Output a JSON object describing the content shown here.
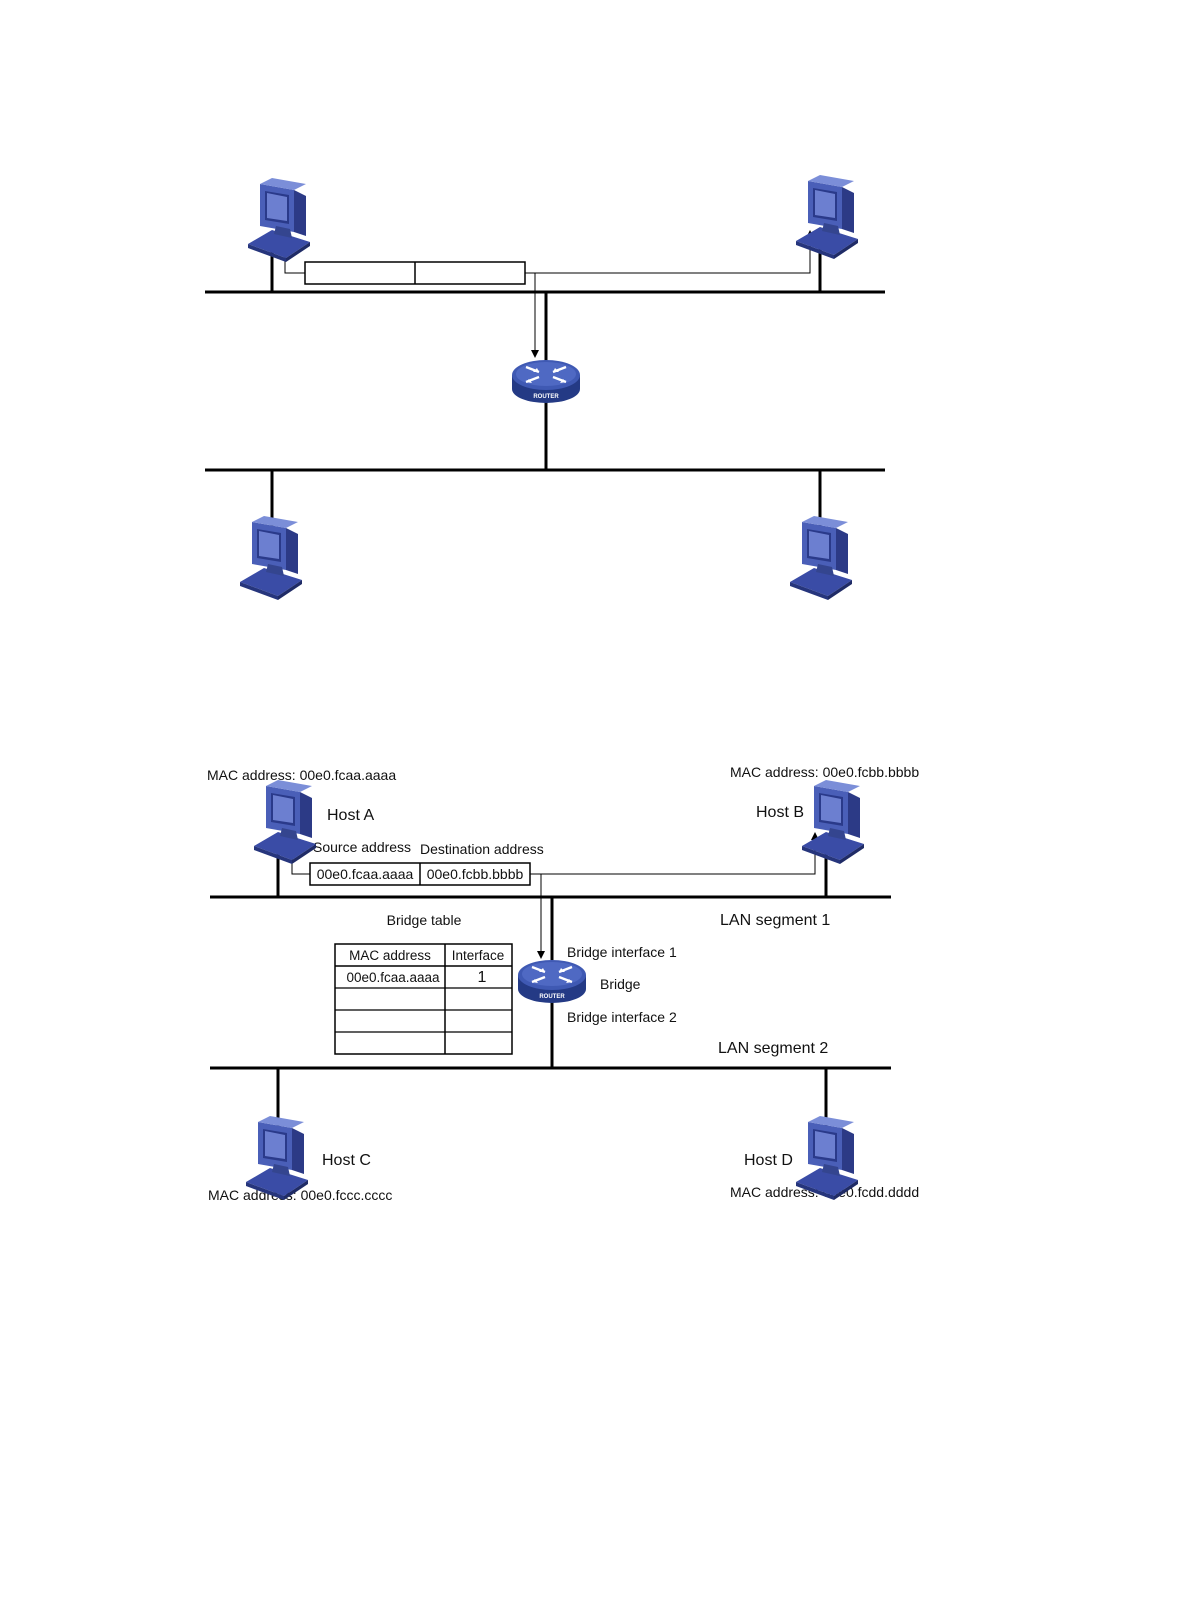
{
  "colors": {
    "host_blue": "#4a5fb8",
    "host_dark": "#2c3a86",
    "screen": "#6c7fd0",
    "router_blue": "#3f59b3",
    "router_dark": "#243a85",
    "line": "#000000"
  },
  "icons": {
    "host": "computer-icon",
    "bridge": "router-icon"
  },
  "router_label": "ROUTER",
  "hosts": {
    "a": {
      "name": "Host A",
      "mac": "MAC address: 00e0.fcaa.aaaa"
    },
    "b": {
      "name": "Host B",
      "mac": "MAC address: 00e0.fcbb.bbbb"
    },
    "c": {
      "name": "Host C",
      "mac": "MAC address: 00e0.fccc.cccc"
    },
    "d": {
      "name": "Host D",
      "mac": "MAC address: 00e0.fcdd.dddd"
    }
  },
  "frame": {
    "source_label": "Source address",
    "destination_label": "Destination address",
    "source_value": "00e0.fcaa.aaaa",
    "destination_value": "00e0.fcbb.bbbb"
  },
  "segments": {
    "one": "LAN segment 1",
    "two": "LAN segment 2"
  },
  "bridge": {
    "name": "Bridge",
    "interface1": "Bridge interface 1",
    "interface2": "Bridge interface 2"
  },
  "bridge_table": {
    "title": "Bridge table",
    "headers": [
      "MAC address",
      "Interface"
    ],
    "rows": [
      [
        "00e0.fcaa.aaaa",
        "1"
      ],
      [
        "",
        ""
      ],
      [
        "",
        ""
      ],
      [
        "",
        ""
      ]
    ]
  }
}
